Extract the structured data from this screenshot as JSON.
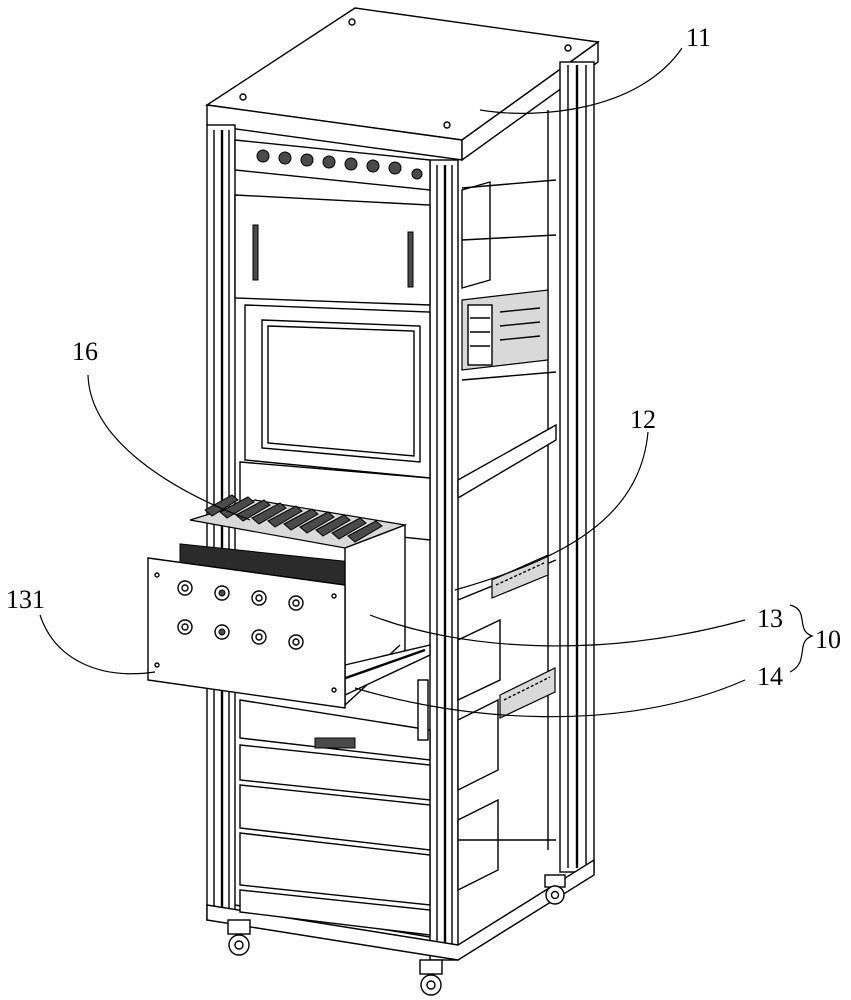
{
  "labels": {
    "l11": "11",
    "l12": "12",
    "l16": "16",
    "l131": "131",
    "l13": "13",
    "l14": "14",
    "l10": "10"
  }
}
